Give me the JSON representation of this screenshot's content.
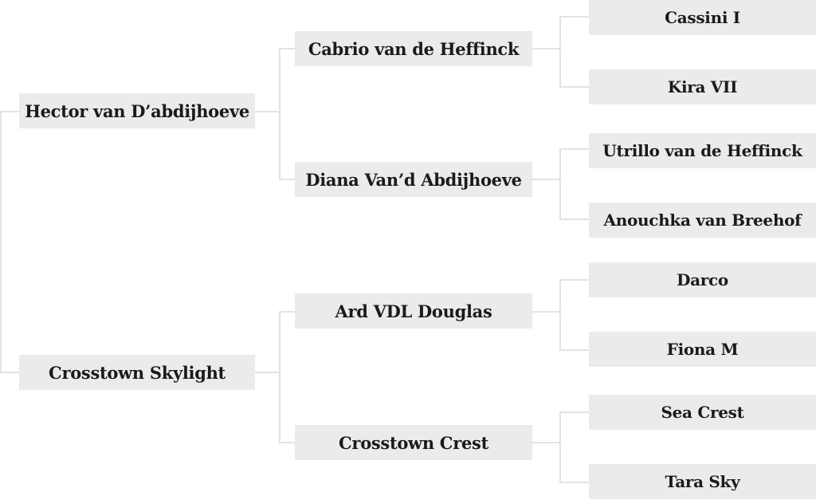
{
  "pedigree": {
    "sire": {
      "name": "Hector van D’abdijhoeve",
      "sire": {
        "name": "Cabrio van de Heffinck",
        "sire": {
          "name": "Cassini I"
        },
        "dam": {
          "name": "Kira VII"
        }
      },
      "dam": {
        "name": "Diana Van’d Abdijhoeve",
        "sire": {
          "name": "Utrillo van de Heffinck"
        },
        "dam": {
          "name": "Anouchka van Breehof"
        }
      }
    },
    "dam": {
      "name": "Crosstown Skylight",
      "sire": {
        "name": "Ard VDL Douglas",
        "sire": {
          "name": "Darco"
        },
        "dam": {
          "name": "Fiona M"
        }
      },
      "dam": {
        "name": "Crosstown Crest",
        "sire": {
          "name": "Sea Crest"
        },
        "dam": {
          "name": "Tara Sky"
        }
      }
    }
  },
  "colors": {
    "box_background": "#ebebeb",
    "connector": "#e3e3e3",
    "text": "#1a1a1a"
  }
}
